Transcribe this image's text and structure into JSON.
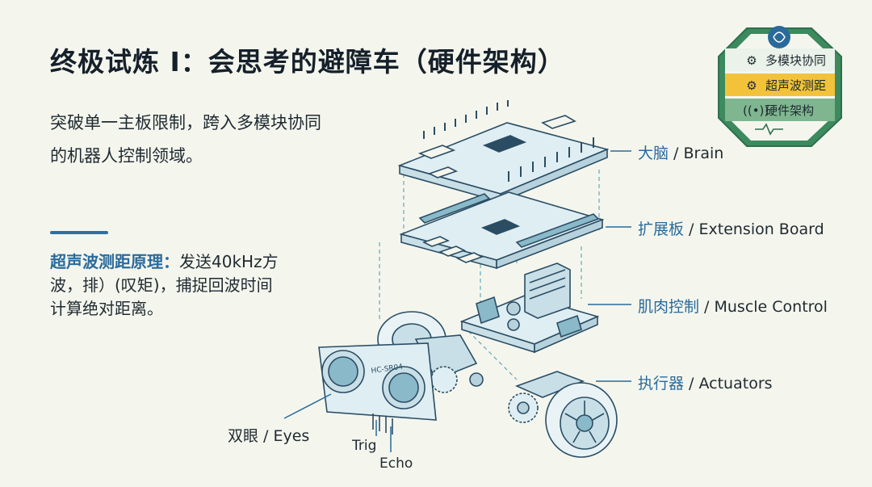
{
  "header": {
    "title": "终极试炼 I：会思考的避障车（硬件架构）"
  },
  "intro": {
    "line1": "突破单一主板限制，跨入多模块协同",
    "line2": "的机器人控制领域。"
  },
  "principle": {
    "label": "超声波测距原理：",
    "text1": "发送40kHz方",
    "text2": "波，排）(叹矩)，捕捉回波时间",
    "text3": "计算绝对距离。"
  },
  "callouts": {
    "brain": {
      "cn": "大脑",
      "en": " / Brain"
    },
    "extension": {
      "cn": "扩展板",
      "en": " / Extension Board"
    },
    "muscle": {
      "cn": "肌肉控制",
      "en": " / Muscle Control"
    },
    "actuators": {
      "cn": "执行器",
      "en": " / Actuators"
    },
    "eyes": "双眼 / Eyes",
    "trig": "Trig",
    "echo": "Echo"
  },
  "sensor_marking": "HC-SR04",
  "badge": {
    "items": [
      {
        "label": "多模块协同",
        "icon": "gears-icon"
      },
      {
        "label": "超声波测距",
        "icon": "gear-icon"
      },
      {
        "label": "硬件架构",
        "icon": "signal-icon"
      }
    ]
  },
  "colors": {
    "background": "#f4f6ee",
    "accent_blue": "#2a6a9a",
    "badge_green": "#3c8a5e",
    "badge_yellow": "#f2c33a",
    "board_line": "#2b4d63"
  }
}
